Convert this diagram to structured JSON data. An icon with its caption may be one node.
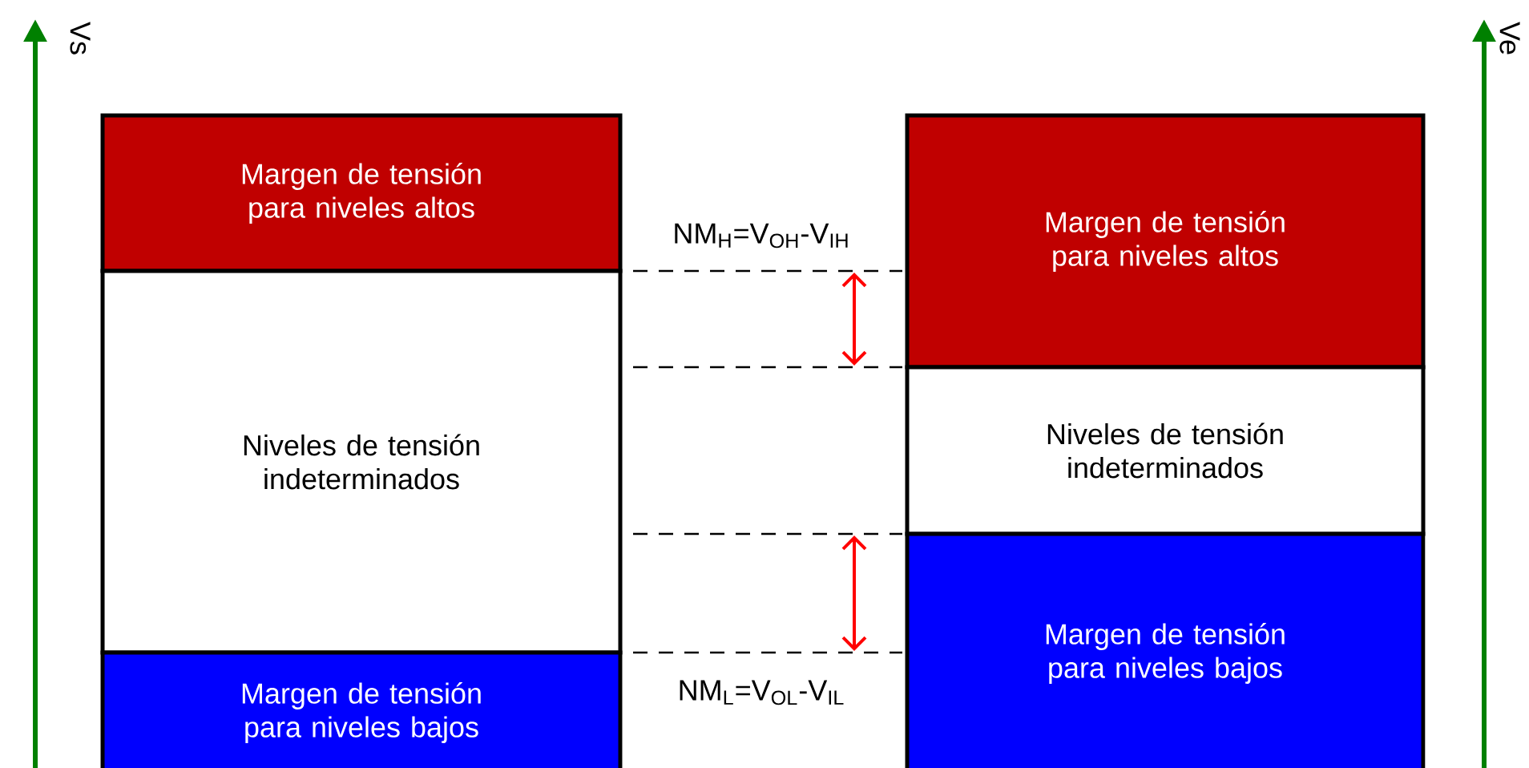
{
  "diagram": {
    "nodes": [
      {
        "text": [
          "Margen de tensión para niveles altos"
        ]
      },
      {
        "text": [
          "Niveles de tensión indeterminados"
        ]
      },
      {
        "text": [
          "Margen de tensión para niveles bajos"
        ]
      },
      {
        "text": [
          "Margen de tensión para niveles altos"
        ]
      },
      {
        "text": [
          "Niveles de tensión indeterminados"
        ]
      },
      {
        "text": [
          "Margen de tensión para niveles bajos"
        ]
      }
    ],
    "labels": [
      "Vs",
      "Ve",
      "NM$_{H}$=V$_{OH}$-V$_{IH}$",
      "NM$_{L}$=V$_{OL}$-V$_{IL}$"
    ]
  }
}
